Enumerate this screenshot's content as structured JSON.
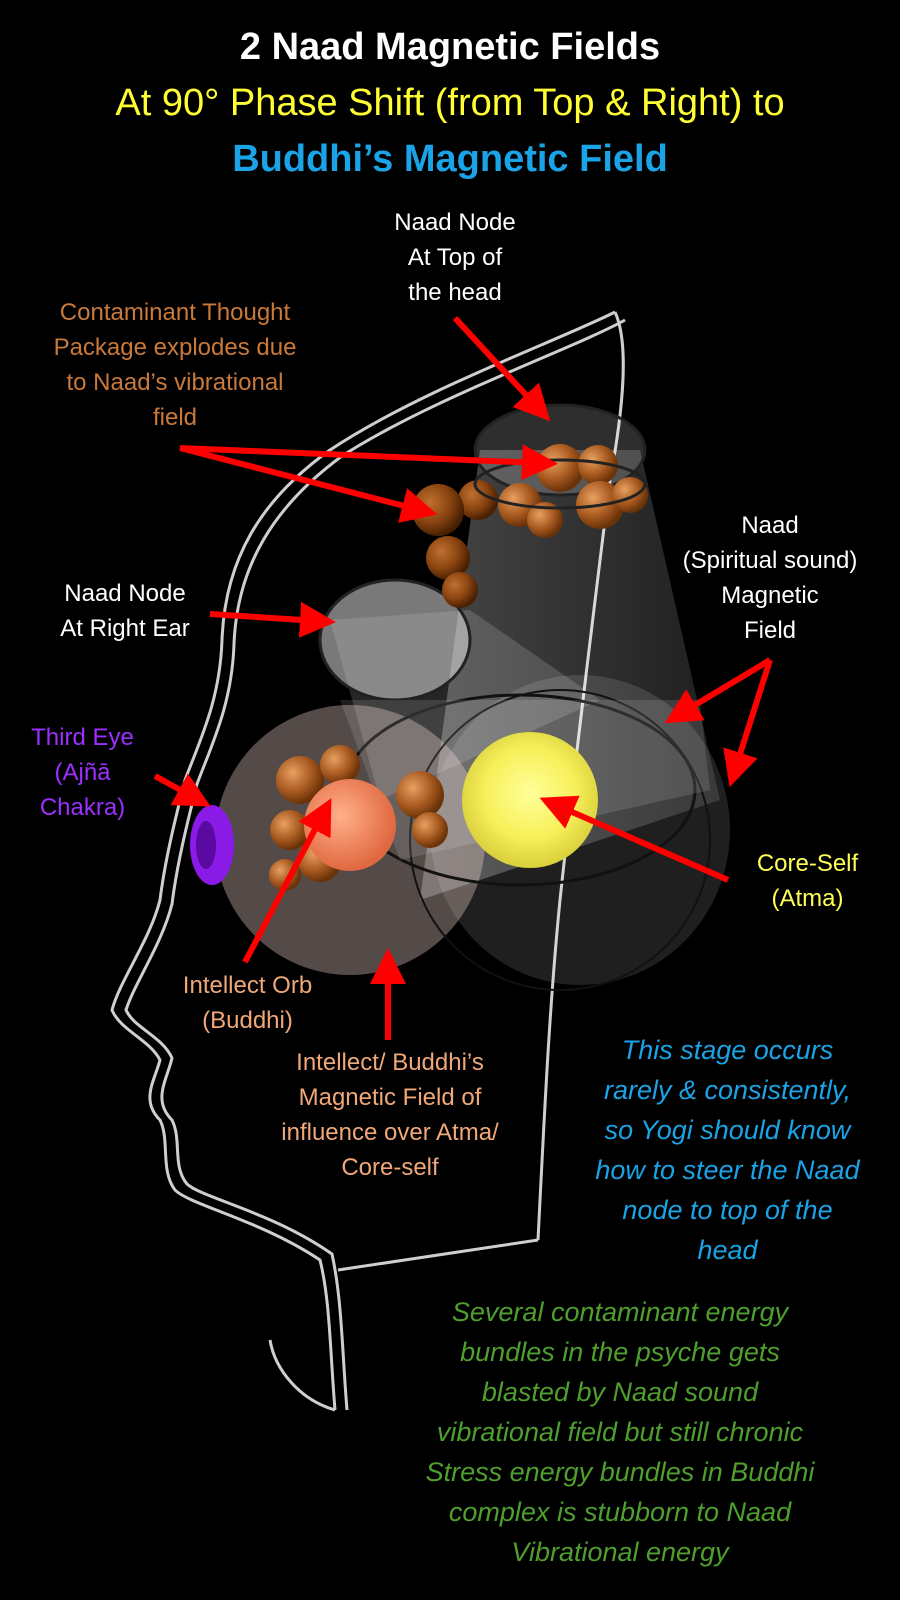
{
  "title": {
    "line1": "2 Naad Magnetic Fields",
    "line2": "At 90° Phase Shift (from Top & Right) to",
    "line3": "Buddhi’s Magnetic Field"
  },
  "labels": {
    "naad_node_top": "Naad Node\nAt Top of\nthe head",
    "contaminant": "Contaminant Thought\nPackage explodes due\nto Naad’s vibrational\nfield",
    "naad_field": "Naad\n(Spiritual sound)\nMagnetic\nField",
    "naad_node_right": "Naad Node\nAt Right Ear",
    "third_eye": "Third Eye\n(Ajñā\nChakra)",
    "core_self": "Core-Self\n(Atma)",
    "intellect_orb": "Intellect Orb\n(Buddhi)",
    "buddhi_field": "Intellect/ Buddhi’s\nMagnetic Field of\ninfluence  over Atma/\nCore-self"
  },
  "notes": {
    "stage": "This stage occurs\nrarely & consistently,\nso Yogi should know\nhow to steer the Naad\nnode to top of the\nhead",
    "bundles": "Several contaminant energy\nbundles in the psyche gets\nblasted by Naad sound\nvibrational field but still chronic\nStress energy bundles in Buddhi\ncomplex is stubborn to Naad\nVibrational energy"
  },
  "colors": {
    "arrow": "#ff0000",
    "title_yellow": "#ffff33",
    "title_blue": "#1aa3e6",
    "note_green": "#4f9f2f",
    "contaminant_orange": "#c9793a",
    "third_eye_purple": "#9b30ff",
    "core_yellow": "#ffff55"
  }
}
